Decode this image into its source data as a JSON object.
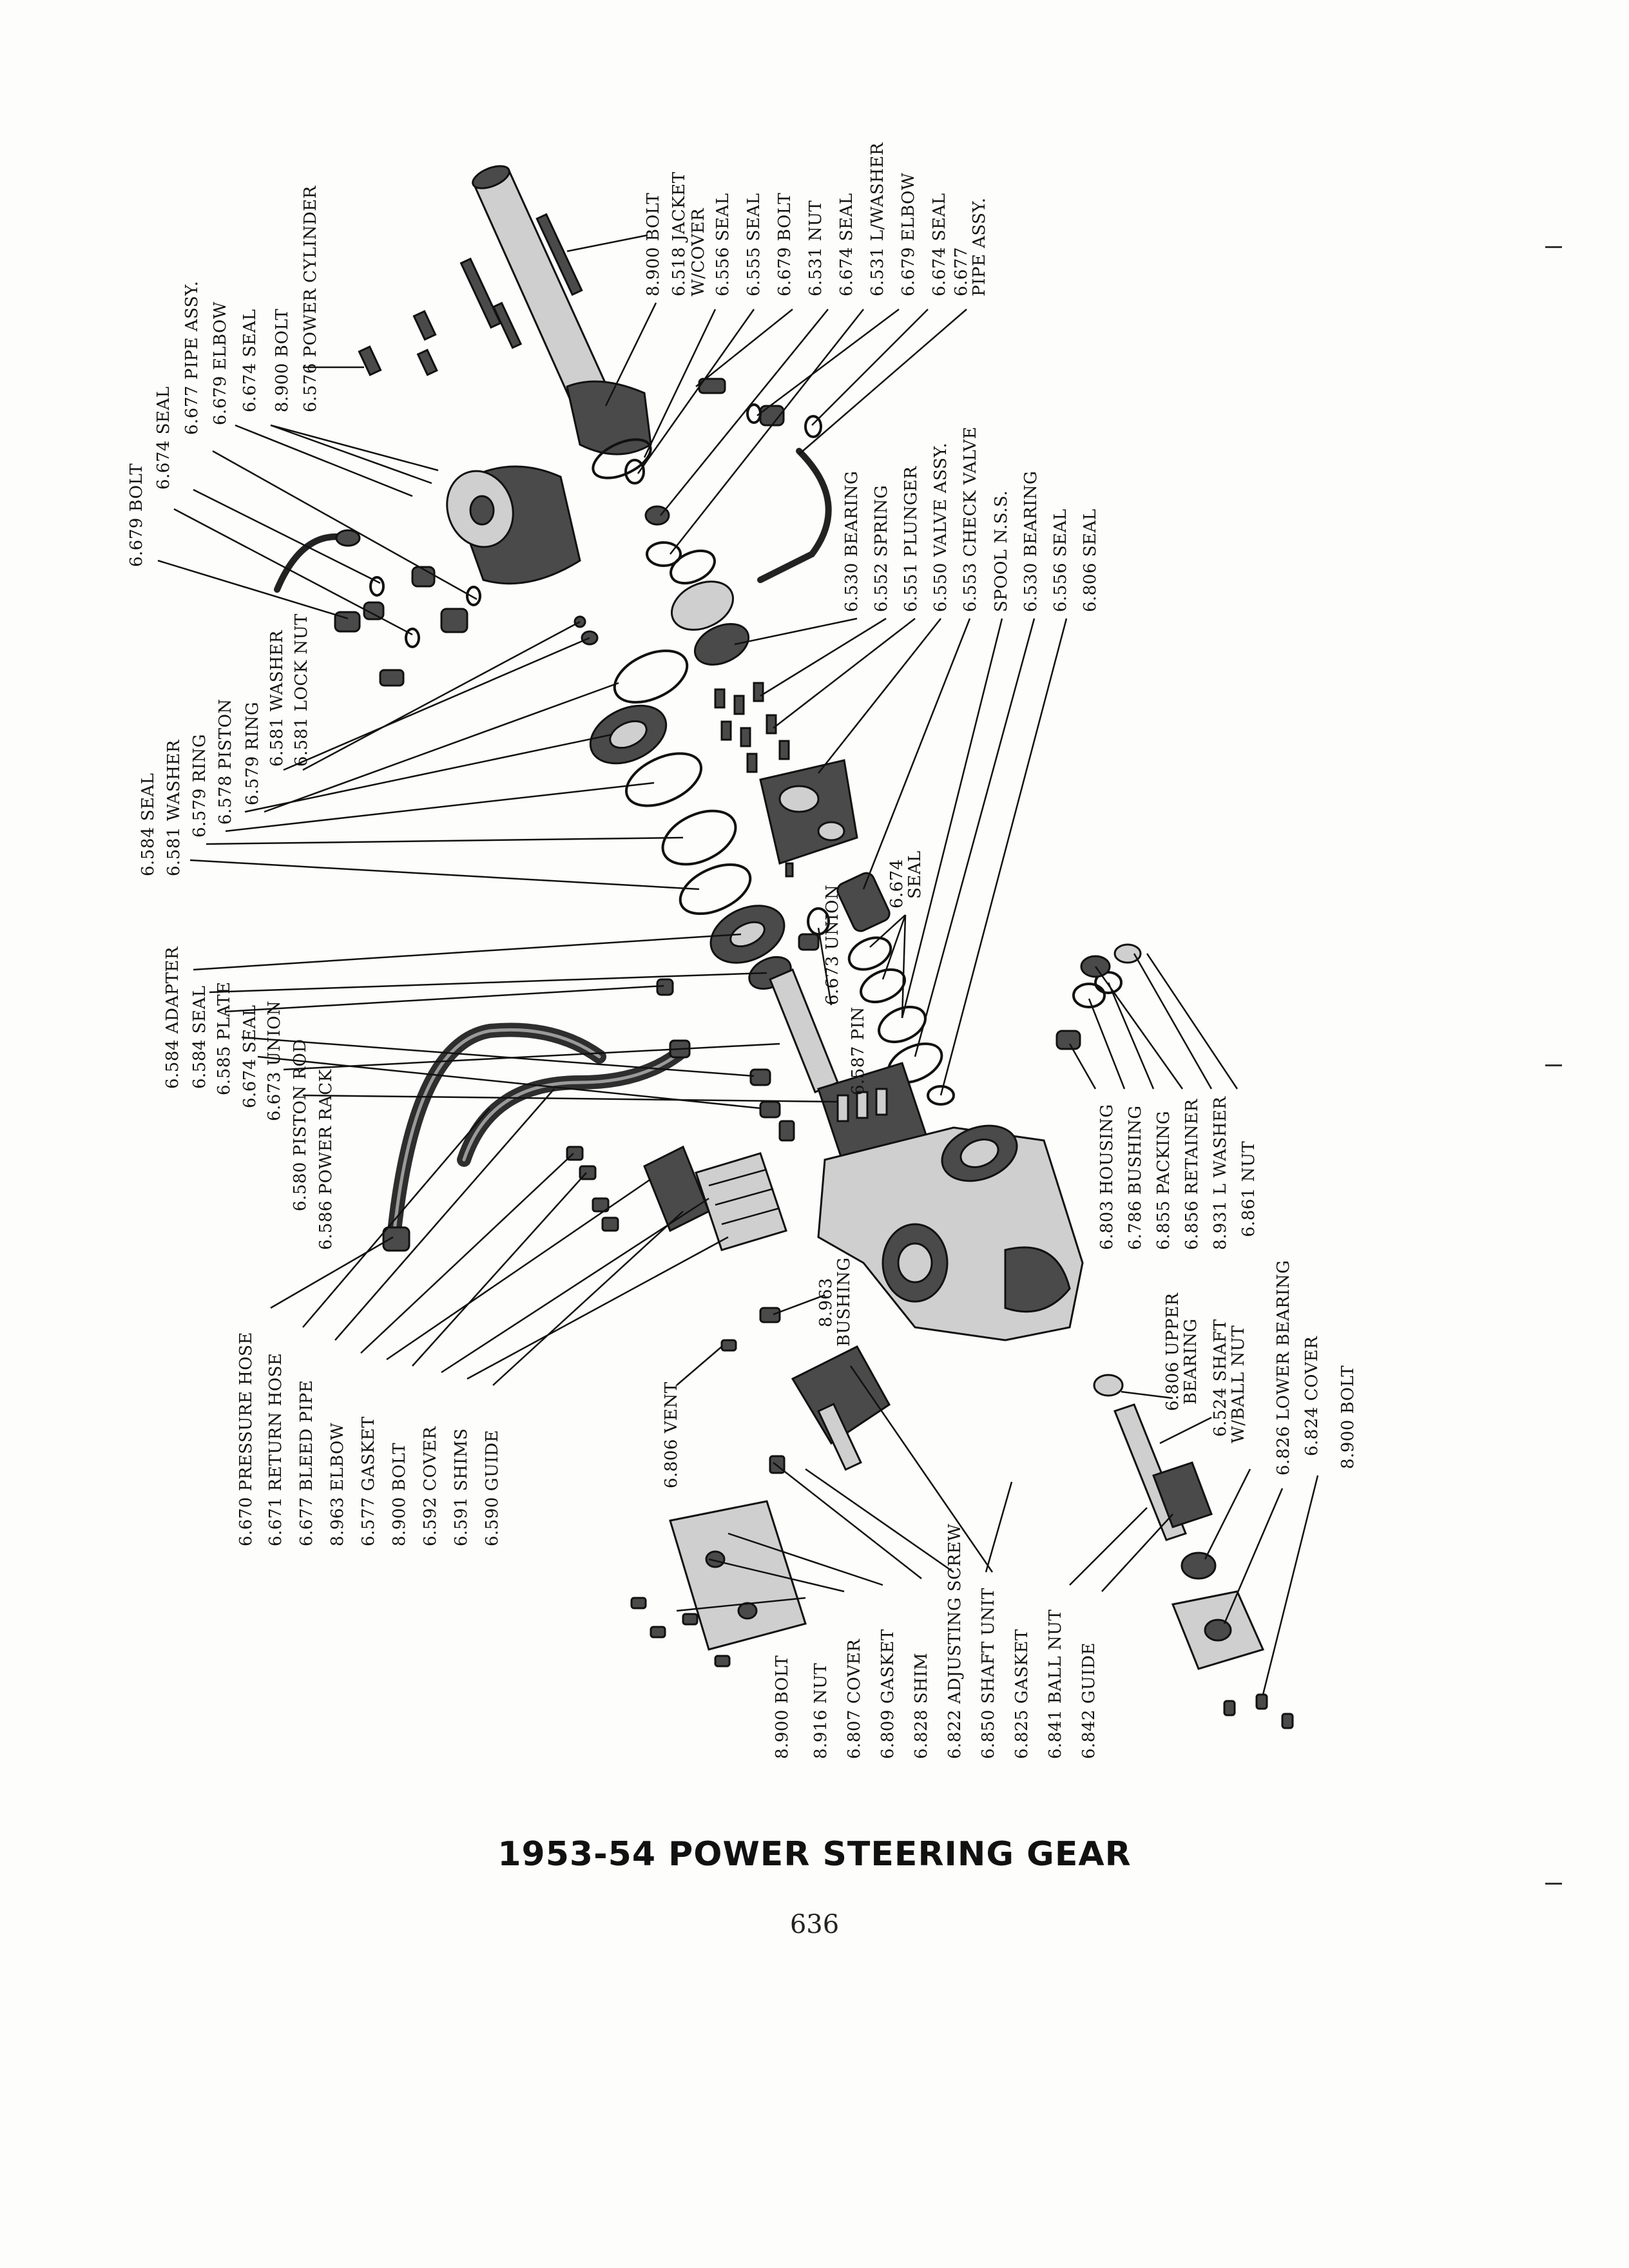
{
  "title": "1953-54 POWER STEERING GEAR",
  "page_number": "636",
  "labels": {
    "b_8900_bolt": "8.900 BOLT",
    "b_6518_jacket": "6.518 JACKET",
    "b_6518_wcover": "W/COVER",
    "b_6556_seal": "6.556 SEAL",
    "b_6555_seal": "6.555 SEAL",
    "b_6679_bolt": "6.679 BOLT",
    "b_6531_nut": "6.531 NUT",
    "b_6674_seal": "6.674 SEAL",
    "b_6531_lwasher": "6.531 L/WASHER",
    "b_6679_elbow": "6.679 ELBOW",
    "b_6674_seal2": "6.674 SEAL",
    "b_6677_pipe": "6.677",
    "b_6677_pipe2": "PIPE ASSY.",
    "c_6576_cyl": "6.576 POWER CYLINDER",
    "c_8900_bolt": "8.900 BOLT",
    "c_6674_seal": "6.674 SEAL",
    "c_6679_elbow": "6.679 ELBOW",
    "c_6677_pipe": "6.677 PIPE ASSY.",
    "c_6674_seal2": "6.674 SEAL",
    "c_6679_bolt": "6.679 BOLT",
    "m_6581_locknut": "6.581 LOCK NUT",
    "m_6581_washer": "6.581 WASHER",
    "m_6579_ring": "6.579 RING",
    "m_6578_piston": "6.578 PISTON",
    "m_6579_ring2": "6.579 RING",
    "m_6581_washer2": "6.581 WASHER",
    "m_6584_seal": "6.584 SEAL",
    "v_6530_bearing": "6.530 BEARING",
    "v_6552_spring": "6.552 SPRING",
    "v_6551_plunger": "6.551 PLUNGER",
    "v_6550_valve": "6.550 VALVE ASSY.",
    "v_6553_check": "6.553 CHECK VALVE",
    "v_spool": "SPOOL N.S.S.",
    "v_6530_bearing2": "6.530 BEARING",
    "v_6556_seal": "6.556 SEAL",
    "v_6806_seal": "6.806 SEAL",
    "s_6674_seal": "6.674",
    "s_6674_seal2": "SEAL",
    "s_6673_union": "6.673 UNION",
    "s_6587_pin": "6.587 PIN",
    "l_6584_adapter": "6.584 ADAPTER",
    "l_6584_seal": "6.584 SEAL",
    "l_6585_plate": "6.585 PLATE",
    "l_6674_seal": "6.674 SEAL",
    "l_6673_union": "6.673 UNION",
    "l_6580_rod": "6.580 PISTON ROD",
    "l_6586_rack": "6.586 POWER RACK",
    "h_6803_housing": "6.803 HOUSING",
    "h_6786_bushing": "6.786 BUSHING",
    "h_6855_packing": "6.855 PACKING",
    "h_6856_retainer": "6.856 RETAINER",
    "h_8931_lwasher": "8.931 L WASHER",
    "h_6861_nut": "6.861 NUT",
    "h_8963_bushing": "8.963",
    "h_8963_bushing2": "BUSHING",
    "h_6806_vent": "6.806 VENT",
    "r_6806_upper": "6.806 UPPER",
    "r_6806_upper2": "BEARING",
    "r_6524_shaft": "6.524 SHAFT",
    "r_6524_shaft2": "W/BALL NUT",
    "r_6826_lower": "6.826 LOWER BEARING",
    "r_6824_cover": "6.824 COVER",
    "r_8900_bolt": "8.900 BOLT",
    "g_6670_pressure": "6.670 PRESSURE HOSE",
    "g_6671_return": "6.671 RETURN HOSE",
    "g_6677_bleed": "6.677 BLEED PIPE",
    "g_8963_elbow": "8.963 ELBOW",
    "g_6577_gasket": "6.577 GASKET",
    "g_8900_bolt": "8.900 BOLT",
    "g_6592_cover": "6.592 COVER",
    "g_6591_shims": "6.591 SHIMS",
    "g_6590_guide": "6.590 GUIDE",
    "f_8900_bolt": "8.900 BOLT",
    "f_8916_nut": "8.916 NUT",
    "f_6807_cover": "6.807 COVER",
    "f_6809_gasket": "6.809 GASKET",
    "f_6828_shim": "6.828 SHIM",
    "f_6822_screw": "6.822 ADJUSTING SCREW",
    "f_6850_shaft": "6.850 SHAFT UNIT",
    "f_6825_gasket": "6.825 GASKET",
    "f_6841_ballnut": "6.841 BALL NUT",
    "f_6842_guide": "6.842 GUIDE"
  }
}
